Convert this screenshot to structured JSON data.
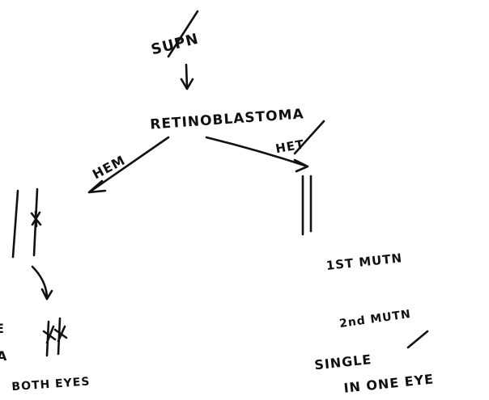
{
  "diagram": {
    "top_label": "SUPN",
    "center_label": "RETINOBLASTOMA",
    "left_branch_label": "HEM",
    "right_branch_label": "HET",
    "left_outcome_label": "BOTH EYES",
    "right_note_1": "1ST MUTN",
    "right_note_2": "2nd MUTN",
    "right_outcome_line_1": "SINGLE",
    "right_outcome_line_2": "IN ONE EYE",
    "edge_left_fragment_1": "E",
    "edge_left_fragment_2": "A",
    "ink_color": "#111111",
    "background_color": "#ffffff"
  }
}
